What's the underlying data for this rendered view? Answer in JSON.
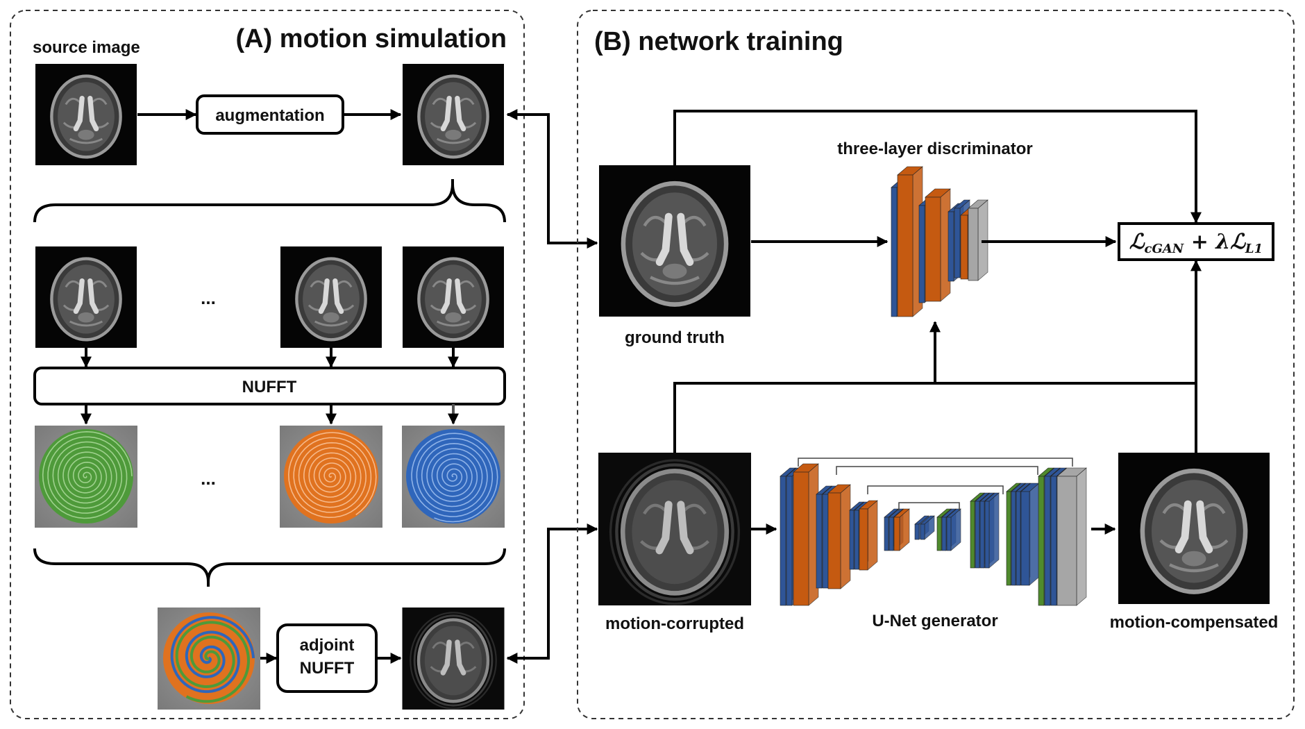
{
  "panel_a": {
    "title": "(A) motion simulation",
    "source_label": "source image",
    "augmentation_label": "augmentation",
    "nufft_label": "NUFFT",
    "adjoint_label_line1": "adjoint",
    "adjoint_label_line2": "NUFFT",
    "ellipsis": "...",
    "kspace_colors": [
      "#3d9b2f",
      "#e0721f",
      "#2b63b8"
    ]
  },
  "panel_b": {
    "title": "(B) network training",
    "ground_truth_label": "ground truth",
    "discriminator_label": "three-layer discriminator",
    "loss_main": "ℒ",
    "loss_sub1": "cGAN",
    "loss_mid": " + λℒ",
    "loss_sub2": "L1",
    "motion_corrupted_label": "motion-corrupted",
    "generator_label": "U-Net generator",
    "motion_compensated_label": "motion-compensated"
  },
  "colors": {
    "layer_blue": "#2f5597",
    "layer_orange": "#c55a11",
    "layer_green": "#4f8a2d",
    "layer_gray": "#a6a6a6"
  }
}
